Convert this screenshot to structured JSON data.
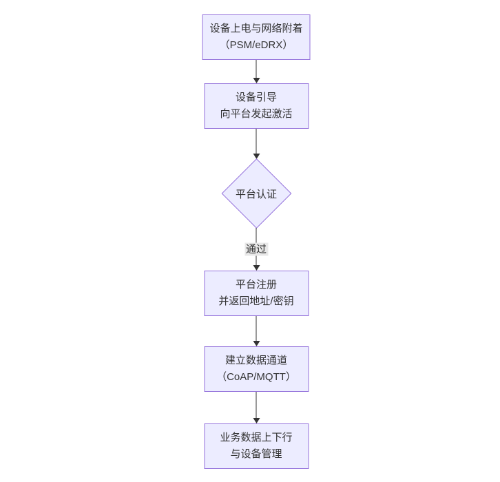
{
  "diagram": {
    "type": "flowchart",
    "direction": "top-down",
    "nodes": [
      {
        "id": "A",
        "shape": "rect",
        "lines": [
          "设备上电与网络附着",
          "（PSM/eDRX）"
        ]
      },
      {
        "id": "B",
        "shape": "rect",
        "lines": [
          "设备引导",
          "向平台发起激活"
        ]
      },
      {
        "id": "C",
        "shape": "diamond",
        "lines": [
          "平台认证"
        ]
      },
      {
        "id": "D",
        "shape": "rect",
        "lines": [
          "平台注册",
          "并返回地址/密钥"
        ]
      },
      {
        "id": "E",
        "shape": "rect",
        "lines": [
          "建立数据通道",
          "（CoAP/MQTT）"
        ]
      },
      {
        "id": "F",
        "shape": "rect",
        "lines": [
          "业务数据上下行",
          "与设备管理"
        ]
      }
    ],
    "edges": [
      {
        "from": "A",
        "to": "B",
        "label": ""
      },
      {
        "from": "B",
        "to": "C",
        "label": ""
      },
      {
        "from": "C",
        "to": "D",
        "label": "通过"
      },
      {
        "from": "D",
        "to": "E",
        "label": ""
      },
      {
        "from": "E",
        "to": "F",
        "label": ""
      }
    ],
    "colors": {
      "node_fill": "#ECECFF",
      "node_border": "#9370DB",
      "text": "#333333",
      "edge": "#333333",
      "edge_label_bg": "#e8e8e8",
      "background": "#ffffff"
    }
  }
}
